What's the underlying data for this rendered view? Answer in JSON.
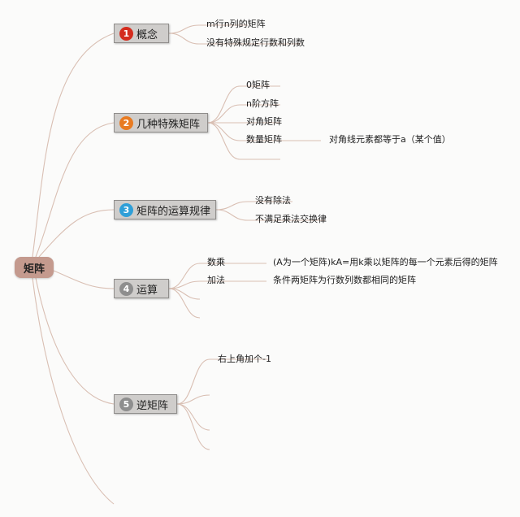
{
  "root": {
    "label": "矩阵"
  },
  "colors": {
    "link": "#d9bfb3",
    "badge_red": "#d42c1e",
    "badge_orange": "#e87b22",
    "badge_blue": "#2f9fd8",
    "badge_gray": "#8e8e8e"
  },
  "branches": [
    {
      "num": "1",
      "label": "概念",
      "leaves": [
        "m行n列的矩阵",
        "没有特殊规定行数和列数"
      ]
    },
    {
      "num": "2",
      "label": "几种特殊矩阵",
      "leaves": [
        "0矩阵",
        "n阶方阵",
        "对角矩阵",
        "数量矩阵"
      ],
      "leaf_details": {
        "3": "对角线元素都等于a（某个值）"
      }
    },
    {
      "num": "3",
      "label": "矩阵的运算规律",
      "leaves": [
        "没有除法",
        "不满足乘法交换律"
      ]
    },
    {
      "num": "4",
      "label": "运算",
      "leaves": [
        "数乘",
        "加法"
      ],
      "leaf_details": {
        "0": "(A为一个矩阵)kA=用k乘以矩阵的每一个元素后得的矩阵",
        "1": "条件两矩阵为行数列数都相同的矩阵"
      }
    },
    {
      "num": "5",
      "label": "逆矩阵",
      "leaves": [
        "右上角加个-1"
      ]
    }
  ]
}
